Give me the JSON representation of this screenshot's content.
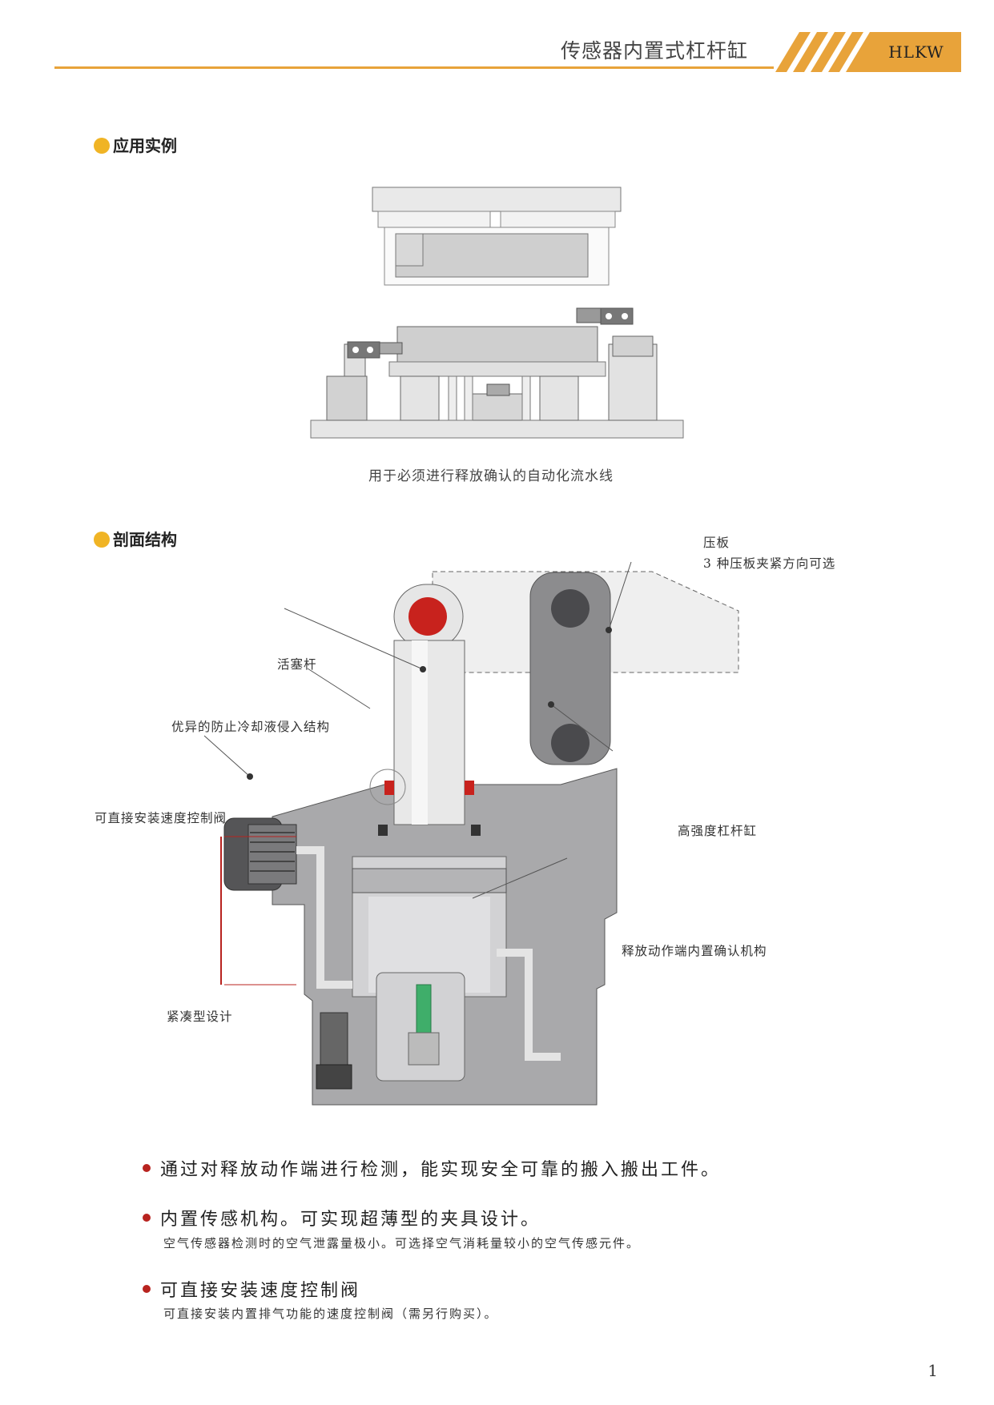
{
  "header": {
    "title": "传感器内置式杠杆缸",
    "badge": "HLKW"
  },
  "sections": {
    "example": {
      "heading": "应用实例",
      "caption": "用于必须进行释放确认的自动化流水线"
    },
    "structure": {
      "heading": "剖面结构"
    }
  },
  "callouts": {
    "clamp_arm": "压板",
    "clamp_arm_note": "3 种压板夹紧方向可选",
    "piston_rod": "活塞杆",
    "coolant_seal": "优异的防止冷却液侵入结构",
    "speed_valve": "可直接安装速度控制阀",
    "lever_cylinder": "高强度杠杆缸",
    "release_sensor": "释放动作端内置确认机构",
    "compact": "紧凑型设计"
  },
  "features": [
    {
      "title": "通过对释放动作端进行检测，能实现安全可靠的搬入搬出工件。",
      "detail": ""
    },
    {
      "title": "内置传感机构。可实现超薄型的夹具设计。",
      "detail": "空气传感器检测时的空气泄露量极小。可选择空气消耗量较小的空气传感元件。"
    },
    {
      "title": "可直接安装速度控制阀",
      "detail": "可直接安装内置排气功能的速度控制阀（需另行购买）。"
    }
  ],
  "page_number": "1",
  "colors": {
    "accent": "#e8a33a",
    "bullet": "#b8231f",
    "section_dot": "#f0b425",
    "seal_red": "#c8221d",
    "sensor_green": "#3fae6a"
  }
}
